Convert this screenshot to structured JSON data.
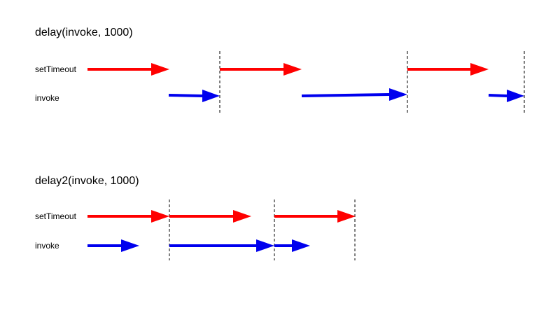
{
  "diagrams": [
    {
      "title": "delay(invoke, 1000)",
      "lanes": [
        {
          "label": "setTimeout",
          "color": "#ff0000"
        },
        {
          "label": "invoke",
          "color": "#0000ee"
        }
      ]
    },
    {
      "title": "delay2(invoke, 1000)",
      "lanes": [
        {
          "label": "setTimeout",
          "color": "#ff0000"
        },
        {
          "label": "invoke",
          "color": "#0000ee"
        }
      ]
    }
  ]
}
